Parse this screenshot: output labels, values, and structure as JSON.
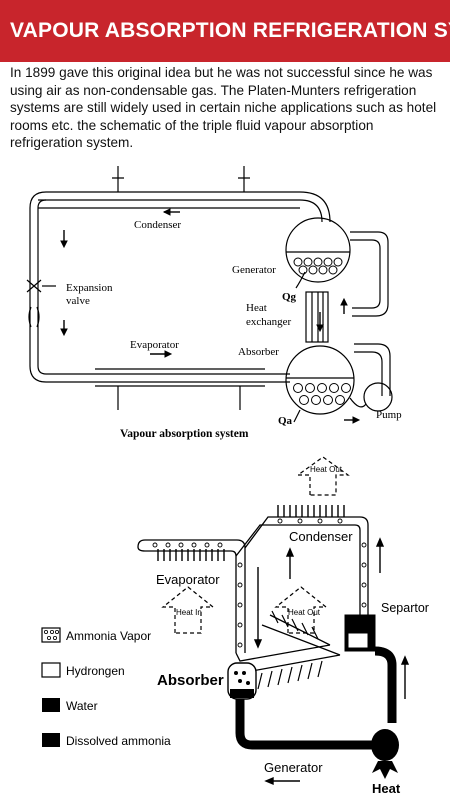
{
  "header": {
    "title": "VAPOUR ABSORPTION REFRIGERATION SY..."
  },
  "article": {
    "paragraph": "In 1899 gave this original idea but he was not successful since he was using air as non-condensable gas. The Platen-Munters refrigeration systems are still widely used in certain niche applications such as hotel rooms etc. the schematic of the triple fluid vapour absorption refrigeration system."
  },
  "figure1": {
    "caption": "Vapour absorption system",
    "labels": {
      "condenser": "Condenser",
      "generator": "Generator",
      "qg": "Qg",
      "expansion_line1": "Expansion",
      "expansion_line2": "valve",
      "heat_line1": "Heat",
      "heat_line2": "exchanger",
      "evaporator": "Evaporator",
      "absorber": "Absorber",
      "qa": "Qa",
      "pump": "Pump"
    }
  },
  "figure2": {
    "labels": {
      "heat_out_top": "Heat Out",
      "condenser": "Condenser",
      "evaporator": "Evaporator",
      "heat_in": "Heat In",
      "heat_out_mid": "Heat Out",
      "separator": "Separtor",
      "absorber": "Absorber",
      "generator": "Generator",
      "heat": "Heat"
    },
    "legend": [
      {
        "label": "Ammonia Vapor",
        "pattern": "dotted"
      },
      {
        "label": "Hydrongen",
        "pattern": "white"
      },
      {
        "label": "Water",
        "pattern": "black"
      },
      {
        "label": "Dissolved ammonia",
        "pattern": "black"
      }
    ]
  }
}
